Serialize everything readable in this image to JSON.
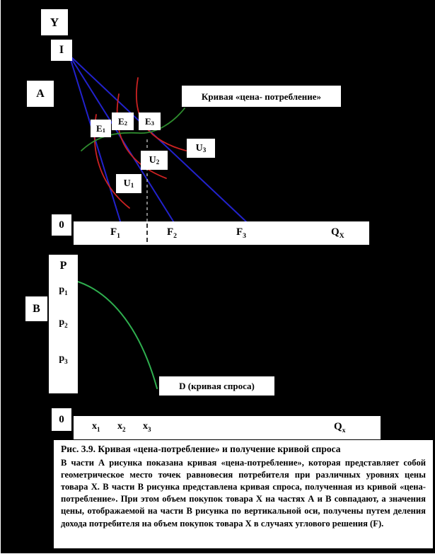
{
  "panel_a": {
    "panel_label": "A",
    "y_axis_label": "Y",
    "income_label": "I",
    "origin_label": "0",
    "price_consumption_curve_label": "Кривая «цена- потребление»",
    "equilibrium_points": [
      {
        "base": "E",
        "sub": "1"
      },
      {
        "base": "E",
        "sub": "2"
      },
      {
        "base": "E",
        "sub": "3"
      }
    ],
    "indifference_curve_labels": [
      {
        "base": "U",
        "sub": "1"
      },
      {
        "base": "U",
        "sub": "2"
      },
      {
        "base": "U",
        "sub": "3"
      }
    ],
    "x_ticks": [
      {
        "base": "F",
        "sub": "1"
      },
      {
        "base": "F",
        "sub": "2"
      },
      {
        "base": "F",
        "sub": "3"
      }
    ],
    "x_axis_label": {
      "base": "Q",
      "sub": "X"
    }
  },
  "panel_b": {
    "panel_label": "B",
    "y_axis_label": "P",
    "origin_label": "0",
    "price_ticks": [
      {
        "base": "p",
        "sub": "1"
      },
      {
        "base": "p",
        "sub": "2"
      },
      {
        "base": "p",
        "sub": "3"
      }
    ],
    "demand_curve_label": "D (кривая спроса)",
    "x_ticks": [
      {
        "base": "x",
        "sub": "1"
      },
      {
        "base": "x",
        "sub": "2"
      },
      {
        "base": "x",
        "sub": "3"
      }
    ],
    "x_axis_label": {
      "base": "Q",
      "sub": "x"
    }
  },
  "caption": {
    "title": "Рис. 3.9. Кривая «цена-потребление» и получение кривой спроса",
    "body": "В части А рисунка показана кривая «цена-потребление», которая представляет собой геометрическое место точек равновесия потребителя при различных уровнях цены товара Х. В части В рисунка представлена кривая спроса, полученная из кривой «цена-потребление». При этом объем покупок товара Х на частях А и В совпадают, а значения цены, отображаемой на части В рисунка по вертикальной оси, получены путем деления дохода потребителя на объем покупок товара Х в случаях углового решения (F)."
  },
  "colors": {
    "background": "#000000",
    "budget_line": "#2222cc",
    "indifference_curve": "#cc2222",
    "price_consumption_curve": "#2e8b2e",
    "demand_curve": "#2faf4f",
    "projection_dash": "#c8c8c8"
  }
}
